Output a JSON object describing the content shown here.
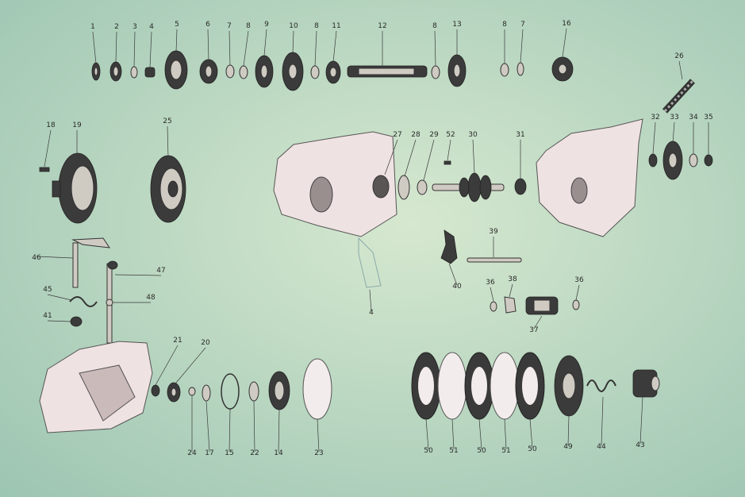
{
  "diagram": {
    "labels": [
      {
        "id": "l1",
        "text": "1"
      },
      {
        "id": "l2",
        "text": "2"
      },
      {
        "id": "l3",
        "text": "3"
      },
      {
        "id": "l4",
        "text": "4"
      },
      {
        "id": "l5",
        "text": "5"
      },
      {
        "id": "l6",
        "text": "6"
      },
      {
        "id": "l7a",
        "text": "7"
      },
      {
        "id": "l8a",
        "text": "8"
      },
      {
        "id": "l9",
        "text": "9"
      },
      {
        "id": "l10",
        "text": "10"
      },
      {
        "id": "l8b",
        "text": "8"
      },
      {
        "id": "l11",
        "text": "11"
      },
      {
        "id": "l12",
        "text": "12"
      },
      {
        "id": "l8c",
        "text": "8"
      },
      {
        "id": "l13",
        "text": "13"
      },
      {
        "id": "l8d",
        "text": "8"
      },
      {
        "id": "l7b",
        "text": "7"
      },
      {
        "id": "l16",
        "text": "16"
      },
      {
        "id": "l26",
        "text": "26"
      },
      {
        "id": "l18",
        "text": "18"
      },
      {
        "id": "l19",
        "text": "19"
      },
      {
        "id": "l25",
        "text": "25"
      },
      {
        "id": "l27",
        "text": "27"
      },
      {
        "id": "l28",
        "text": "28"
      },
      {
        "id": "l29",
        "text": "29"
      },
      {
        "id": "l52",
        "text": "52"
      },
      {
        "id": "l30",
        "text": "30"
      },
      {
        "id": "l31",
        "text": "31"
      },
      {
        "id": "l32",
        "text": "32"
      },
      {
        "id": "l33",
        "text": "33"
      },
      {
        "id": "l34",
        "text": "34"
      },
      {
        "id": "l35",
        "text": "35"
      },
      {
        "id": "l46",
        "text": "46"
      },
      {
        "id": "l47",
        "text": "47"
      },
      {
        "id": "l45",
        "text": "45"
      },
      {
        "id": "l48",
        "text": "48"
      },
      {
        "id": "l41",
        "text": "41"
      },
      {
        "id": "l39",
        "text": "39"
      },
      {
        "id": "l40",
        "text": "40"
      },
      {
        "id": "l36a",
        "text": "36"
      },
      {
        "id": "l38",
        "text": "38"
      },
      {
        "id": "l36b",
        "text": "36"
      },
      {
        "id": "l37",
        "text": "37"
      },
      {
        "id": "l21",
        "text": "21"
      },
      {
        "id": "l20",
        "text": "20"
      },
      {
        "id": "l24",
        "text": "24"
      },
      {
        "id": "l17",
        "text": "17"
      },
      {
        "id": "l15",
        "text": "15"
      },
      {
        "id": "l22",
        "text": "22"
      },
      {
        "id": "l14",
        "text": "14"
      },
      {
        "id": "l23",
        "text": "23"
      },
      {
        "id": "l50a",
        "text": "50"
      },
      {
        "id": "l51a",
        "text": "51"
      },
      {
        "id": "l50b",
        "text": "50"
      },
      {
        "id": "l51b",
        "text": "51"
      },
      {
        "id": "l50c",
        "text": "50"
      },
      {
        "id": "l49",
        "text": "49"
      },
      {
        "id": "l44",
        "text": "44"
      },
      {
        "id": "l43",
        "text": "43"
      },
      {
        "id": "l4x",
        "text": "4"
      }
    ]
  }
}
